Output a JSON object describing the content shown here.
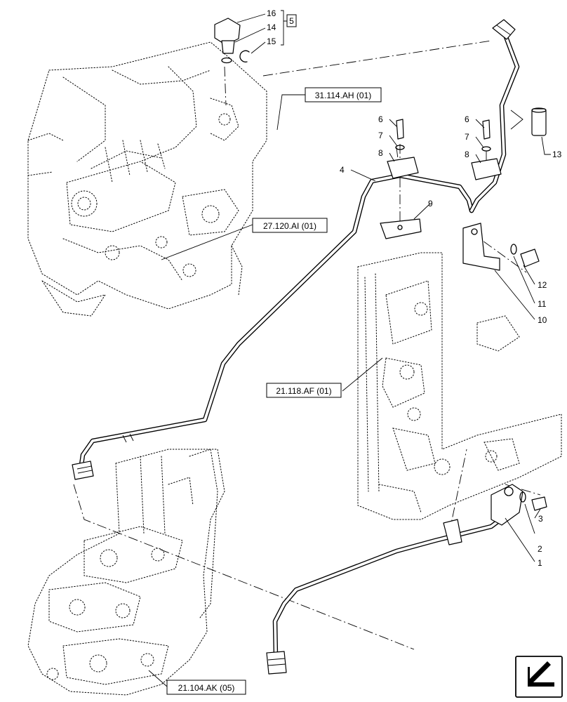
{
  "references": {
    "r1": "31.114.AH (01)",
    "r2": "27.120.AI (01)",
    "r3": "21.118.AF (01)",
    "r4": "21.104.AK (05)"
  },
  "callouts": {
    "c1": "1",
    "c2": "2",
    "c3": "3",
    "c4": "4",
    "c5": "5",
    "c6a": "6",
    "c6b": "6",
    "c7a": "7",
    "c7b": "7",
    "c8a": "8",
    "c8b": "8",
    "c9": "9",
    "c10": "10",
    "c11": "11",
    "c12": "12",
    "c13": "13",
    "c14": "14",
    "c15": "15",
    "c16": "16"
  },
  "nav_icon": "arrow-down-left-icon"
}
